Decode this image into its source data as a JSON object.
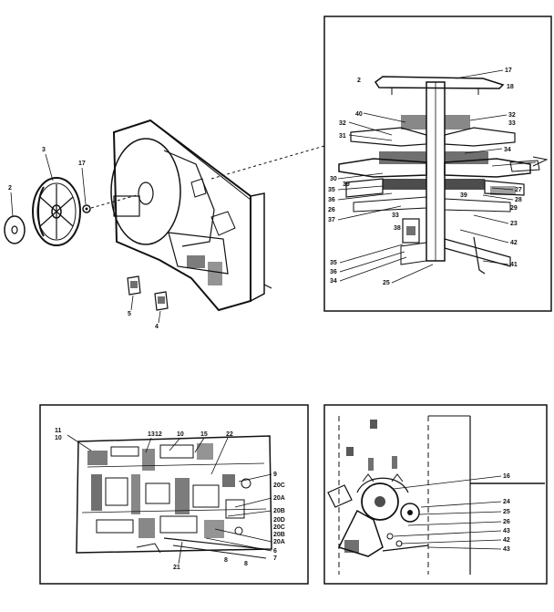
{
  "colors": {
    "ink": "#111111",
    "paper": "#ffffff",
    "shade": "#555555"
  },
  "exploded_view": {
    "callouts": [
      "2",
      "3",
      "17"
    ],
    "bracket_callouts": [
      "5",
      "4"
    ]
  },
  "mechanism_inset": {
    "callouts_top": [
      "2",
      "17",
      "18"
    ],
    "callouts_left": [
      "40",
      "32",
      "31",
      "30",
      "35",
      "36",
      "26",
      "37",
      "39",
      "33",
      "38"
    ],
    "callouts_right": [
      "32",
      "33",
      "34",
      "27",
      "28",
      "29",
      "23",
      "42",
      "41",
      "39"
    ],
    "callouts_bottom": [
      "35",
      "36",
      "34",
      "25"
    ]
  },
  "circuit_board": {
    "callouts_top": [
      "13",
      "12",
      "10",
      "15",
      "22"
    ],
    "callouts_left": [
      "11",
      "10"
    ],
    "callouts_right": [
      "9",
      "20C",
      "20A",
      "20B",
      "20D",
      "20C",
      "20B",
      "20A",
      "6",
      "7",
      "8"
    ],
    "callouts_bottom": [
      "21",
      "8"
    ]
  },
  "deck_detail": {
    "callouts": [
      "16",
      "24",
      "25",
      "26",
      "43",
      "42",
      "43"
    ]
  }
}
